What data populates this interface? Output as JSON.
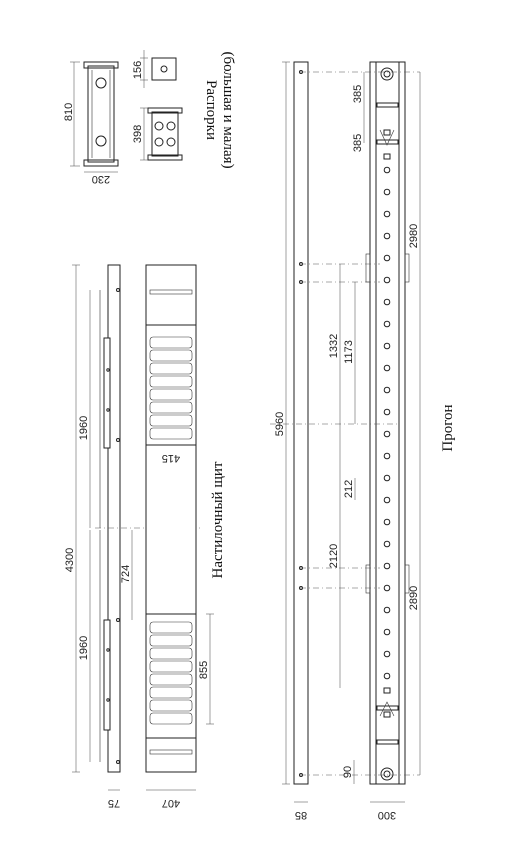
{
  "titles": {
    "spacers": "Распорки",
    "spacers_sub": "(большая и малая)",
    "deck": "Настилочный щит",
    "purlin": "Прогон"
  },
  "spacer_dims": {
    "big_length": "810",
    "big_width": "230",
    "small_height": "156",
    "small_length": "398"
  },
  "deck_dims": {
    "total": "4300",
    "seg_a": "1960",
    "seg_b": "1960",
    "gap": "724",
    "width_side": "75",
    "width_plan": "407",
    "inner": "415",
    "panel": "855"
  },
  "purlin_dims": {
    "total": "5960",
    "side_width": "85",
    "plan_width": "300",
    "end_offset": "90",
    "d385a": "385",
    "d385b": "385",
    "d2980": "2980",
    "d1332": "1332",
    "d1173": "1173",
    "d212": "212",
    "d2120": "2120",
    "d2890": "2890"
  }
}
